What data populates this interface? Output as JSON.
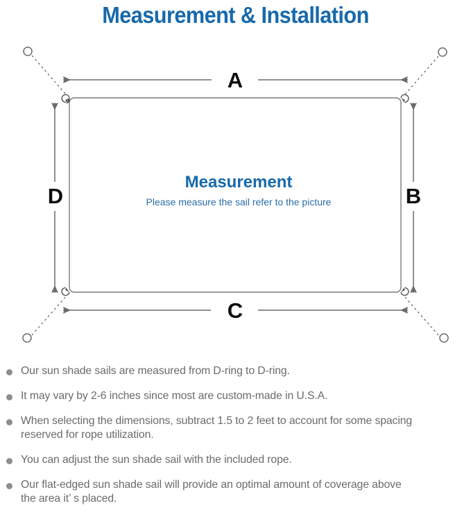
{
  "header": {
    "title": "Measurement & Installation",
    "title_color": "#1769ab"
  },
  "diagram": {
    "center_title": "Measurement",
    "center_subtitle": "Please measure the sail refer to the picture",
    "center_title_color": "#1769ab",
    "center_subtitle_color": "#2a6ea8",
    "dimension_labels": {
      "top": "A",
      "right": "B",
      "bottom": "C",
      "left": "D"
    },
    "line_color": "#6b6b6b",
    "sail_outline_color": "#7a7a7a",
    "anchor_ring_count": 4,
    "d_ring_count": 4
  },
  "notes": [
    {
      "text": "Our sun shade sails are measured from D-ring to D-ring."
    },
    {
      "text": "It may vary by 2-6 inches since most are custom-made in U.S.A."
    },
    {
      "text": "When selecting the dimensions, subtract 1.5 to 2 feet to account for some spacing\nreserved for rope utilization."
    },
    {
      "text": "You can adjust the sun shade sail with the included rope."
    },
    {
      "text": "Our flat-edged sun shade sail will provide an optimal amount of coverage above\nthe area it’ s placed."
    }
  ],
  "colors": {
    "background": "#ffffff",
    "note_text": "#6a6a6a",
    "bullet": "#8d8d8d",
    "dimension_label": "#0d0d0d"
  }
}
